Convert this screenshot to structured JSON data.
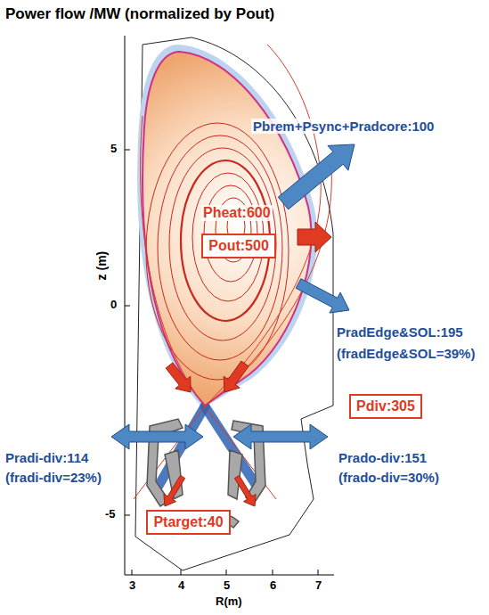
{
  "diagram": {
    "title": "Power flow /MW (normalized by Pout)",
    "nodes": [
      {
        "text": [
          "Pout:500"
        ]
      },
      {
        "text": [
          "Pdiv:305"
        ]
      },
      {
        "text": [
          "Ptarget:40"
        ]
      }
    ],
    "labels": [
      "Pbrem+Psync+Pradcore:100",
      "Pheat:600",
      "PradEdge&SOL:195",
      "(fradEdge&SOL=39%)",
      "Pradi-div:114",
      "(fradi-div=23%)",
      "Prado-div:151",
      "(frado-div=30%)",
      "z (m)",
      "5",
      "0",
      "-5",
      "3",
      "4",
      "5",
      "6",
      "7",
      "R(m)"
    ]
  }
}
